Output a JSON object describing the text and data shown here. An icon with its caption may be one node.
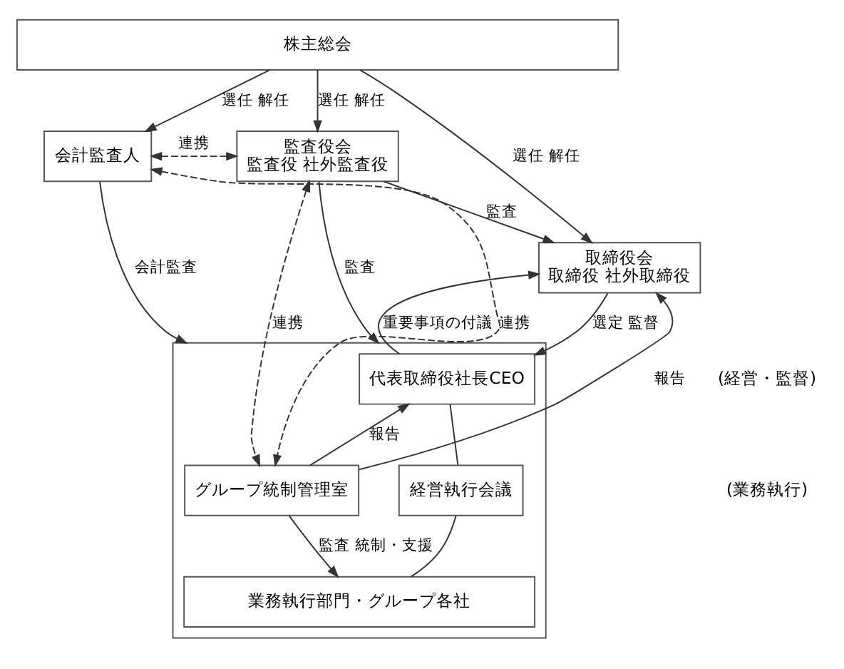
{
  "diagram": {
    "nodes": [
      {
        "text": [
          "株主総会"
        ]
      },
      {
        "text": [
          "会計監査人"
        ]
      },
      {
        "text": [
          "監査役会",
          "監査役 社外監査役"
        ]
      },
      {
        "text": [
          "取締役会",
          "取締役 社外取締役"
        ]
      },
      {
        "text": [],
        "shape": "box"
      },
      {
        "text": [
          "グループ統制管理室"
        ],
        "in": 4
      },
      {
        "text": [
          "代表取締役社長CEO"
        ],
        "in": 4
      },
      {
        "text": [
          "経営執行会議"
        ],
        "in": 4
      },
      {
        "text": [
          "業務執行部門・グループ各社"
        ],
        "in": 4
      }
    ],
    "edges": [
      {
        "from": 0,
        "to": 1,
        "arrow": "to",
        "label": "選任 解任"
      },
      {
        "from": 0,
        "to": 2,
        "arrow": "to",
        "label": "選任 解任"
      },
      {
        "from": 0,
        "to": 3,
        "arrow": "to",
        "label": "選任 解任"
      },
      {
        "from": 1,
        "to": 2,
        "arrow": "both",
        "label": "連携",
        "style": "dashed"
      },
      {
        "from": 2,
        "to": 3,
        "arrow": "to",
        "label": "監査"
      },
      {
        "from": 2,
        "to": 4,
        "arrow": "to",
        "label": "監査"
      },
      {
        "from": 2,
        "to": 5,
        "arrow": "both",
        "label": "連携",
        "style": "dashed"
      },
      {
        "from": 5,
        "to": 3,
        "arrow": "to",
        "label": "報告"
      },
      {
        "from": 3,
        "to": 6,
        "arrow": "to",
        "label": "選定 監督"
      },
      {
        "from": 6,
        "to": 3,
        "arrow": "to",
        "label": "重要事項の付議"
      },
      {
        "from": 5,
        "to": 6,
        "arrow": "to",
        "label": "報告"
      },
      {
        "from": 1,
        "to": 5,
        "arrow": "both",
        "label": "連携",
        "style": "dashed"
      },
      {
        "from": 1,
        "to": 4,
        "arrow": "to",
        "label": "会計監査"
      },
      {
        "from": 6,
        "to": 7,
        "arrow": "none"
      },
      {
        "from": 7,
        "to": 8,
        "arrow": "none"
      },
      {
        "from": 5,
        "to": 8,
        "arrow": "to",
        "label": "監査 統制・支援"
      }
    ],
    "labels": [
      "(経営・監督)",
      "(業務執行)"
    ]
  }
}
